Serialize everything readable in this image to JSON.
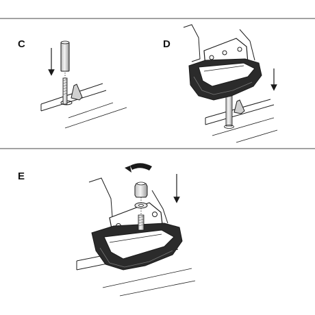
{
  "steps": [
    {
      "label": "C"
    },
    {
      "label": "D"
    },
    {
      "label": "E"
    }
  ],
  "icons": {
    "down_arrow": "down-arrow-icon",
    "rotate_arrow": "rotate-arrow-icon"
  },
  "colors": {
    "line": "#1a1a1a",
    "dark_part": "#222222",
    "light_part": "#d9d9d9"
  }
}
